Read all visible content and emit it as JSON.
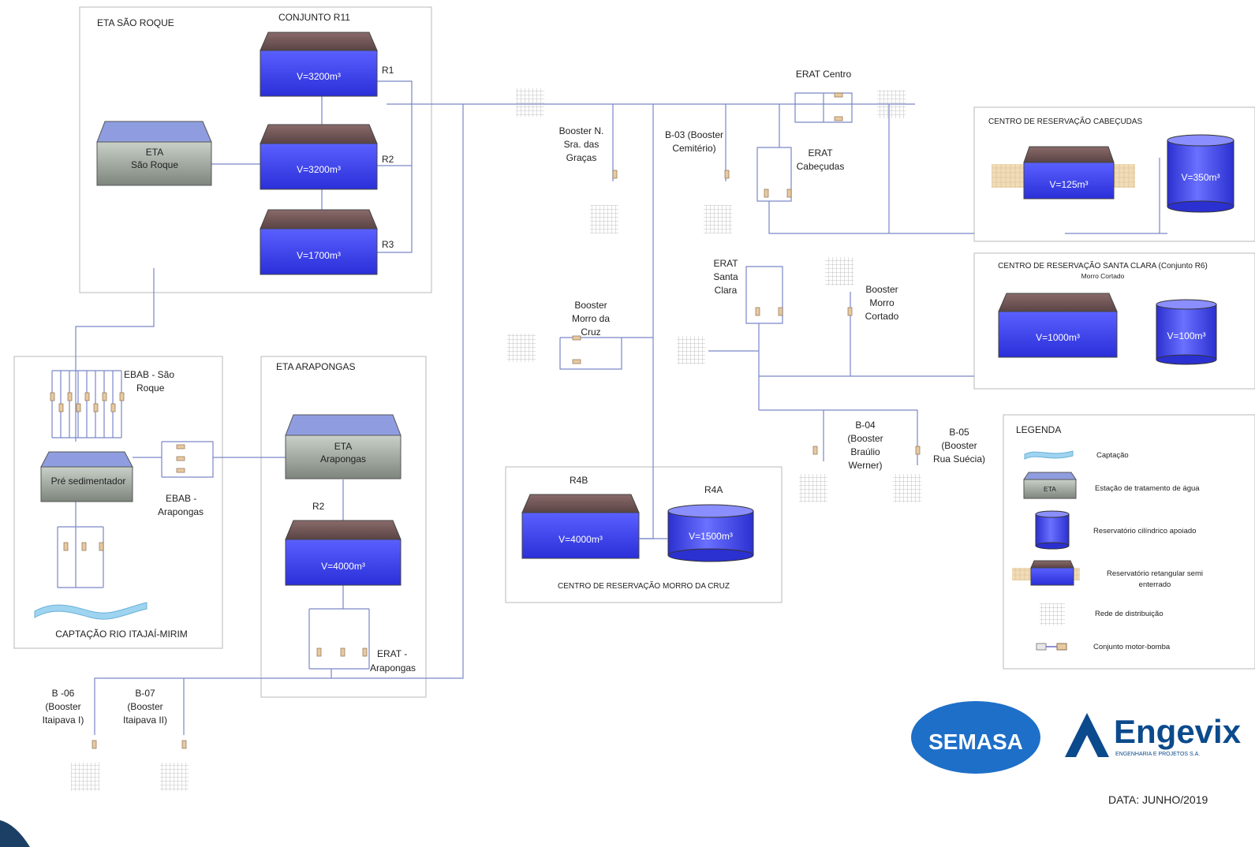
{
  "colors": {
    "pipe": "#7a86c8",
    "tank_blue": "#3a3ff0",
    "semasa_blue": "#1e6fc8",
    "engevix_blue": "#0b4a8c"
  },
  "stations": {
    "eta_sao_roque": {
      "box_title": "ETA SÃO ROQUE",
      "conjunto": "CONJUNTO R11",
      "eta_line1": "ETA",
      "eta_line2": "São Roque",
      "r1_label": "R1",
      "r1_vol": "V=3200m³",
      "r2_label": "R2",
      "r2_vol": "V=3200m³",
      "r3_label": "R3",
      "r3_vol": "V=1700m³"
    },
    "ebab_sao_roque": {
      "line1": "EBAB - São",
      "line2": "Roque",
      "pre": "Pré sedimentador",
      "ebab_arap_1": "EBAB -",
      "ebab_arap_2": "Arapongas",
      "captacao": "CAPTAÇÃO RIO ITAJAÍ-MIRIM"
    },
    "eta_arapongas": {
      "box_title": "ETA ARAPONGAS",
      "eta_line1": "ETA",
      "eta_line2": "Arapongas",
      "r2_label": "R2",
      "r2_vol": "V=4000m³",
      "erat_1": "ERAT -",
      "erat_2": "Arapongas"
    },
    "boosters": {
      "b06": [
        "B -06",
        "(Booster",
        "Itaipava I)"
      ],
      "b07": [
        "B-07",
        "(Booster",
        "Itaipava II)"
      ],
      "graca": [
        "Booster N.",
        "Sra. das",
        "Graças"
      ],
      "b03": [
        "B-03 (Booster",
        "Cemitério)"
      ],
      "erat_centro": "ERAT Centro",
      "erat_cabecudas": [
        "ERAT",
        "Cabeçudas"
      ],
      "erat_santa_clara": [
        "ERAT",
        "Santa",
        "Clara"
      ],
      "morro_cortado": [
        "Booster",
        "Morro",
        "Cortado"
      ],
      "morro_cruz": [
        "Booster",
        "Morro da",
        "Cruz"
      ],
      "b04": [
        "B-04",
        "(Booster",
        "Braúlio",
        "Werner)"
      ],
      "b05": [
        "B-05",
        "(Booster",
        "Rua Suécia)"
      ]
    },
    "morro_da_cruz": {
      "r4b_label": "R4B",
      "r4b_vol": "V=4000m³",
      "r4a_label": "R4A",
      "r4a_vol": "V=1500m³",
      "title": "CENTRO DE RESERVAÇÃO MORRO DA CRUZ"
    },
    "cabecudas": {
      "title": "CENTRO DE RESERVAÇÃO CABEÇUDAS",
      "vol1": "V=125m³",
      "vol2": "V=350m³"
    },
    "santa_clara": {
      "title": "CENTRO DE RESERVAÇÃO SANTA CLARA (Conjunto R6)",
      "subtitle": "Morro Cortado",
      "vol1": "V=1000m³",
      "vol2": "V=100m³"
    }
  },
  "legend": {
    "title": "LEGENDA",
    "items": [
      "Captação",
      "Estação de tratamento de água",
      "Reservatório cilíndrico apoiado",
      "Reservatório retangular semi",
      "enterrado",
      "Rede de distribuição",
      "Conjunto motor-bomba"
    ],
    "eta_icon_text": "ETA"
  },
  "logos": {
    "semasa": "SEMASA",
    "engevix": "Engevix",
    "engevix_sub": "ENGENHARIA E PROJETOS S.A."
  },
  "date": "DATA: JUNHO/2019"
}
